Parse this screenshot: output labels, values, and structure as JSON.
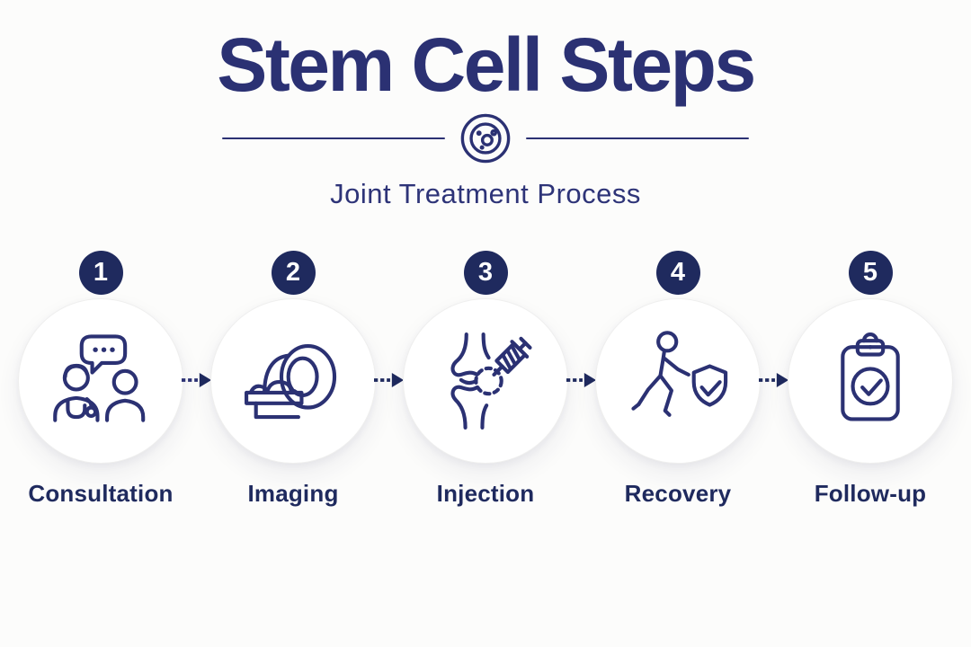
{
  "header": {
    "title": "Stem Cell Steps",
    "subtitle": "Joint Treatment Process",
    "divider_icon": "stem-cell-icon"
  },
  "steps": [
    {
      "number": "1",
      "label": "Consultation",
      "icon": "doctor-patient-consultation-icon"
    },
    {
      "number": "2",
      "label": "Imaging",
      "icon": "mri-scanner-icon"
    },
    {
      "number": "3",
      "label": "Injection",
      "icon": "knee-joint-syringe-icon"
    },
    {
      "number": "4",
      "label": "Recovery",
      "icon": "walking-person-shield-check-icon"
    },
    {
      "number": "5",
      "label": "Follow-up",
      "icon": "clipboard-check-icon"
    }
  ],
  "connector": {
    "icon": "dashed-arrow-right-icon"
  },
  "colors": {
    "navy": "#2b3173",
    "navy_dark": "#1f2a5e",
    "background": "#fcfcfb",
    "circle_bg": "#ffffff"
  }
}
